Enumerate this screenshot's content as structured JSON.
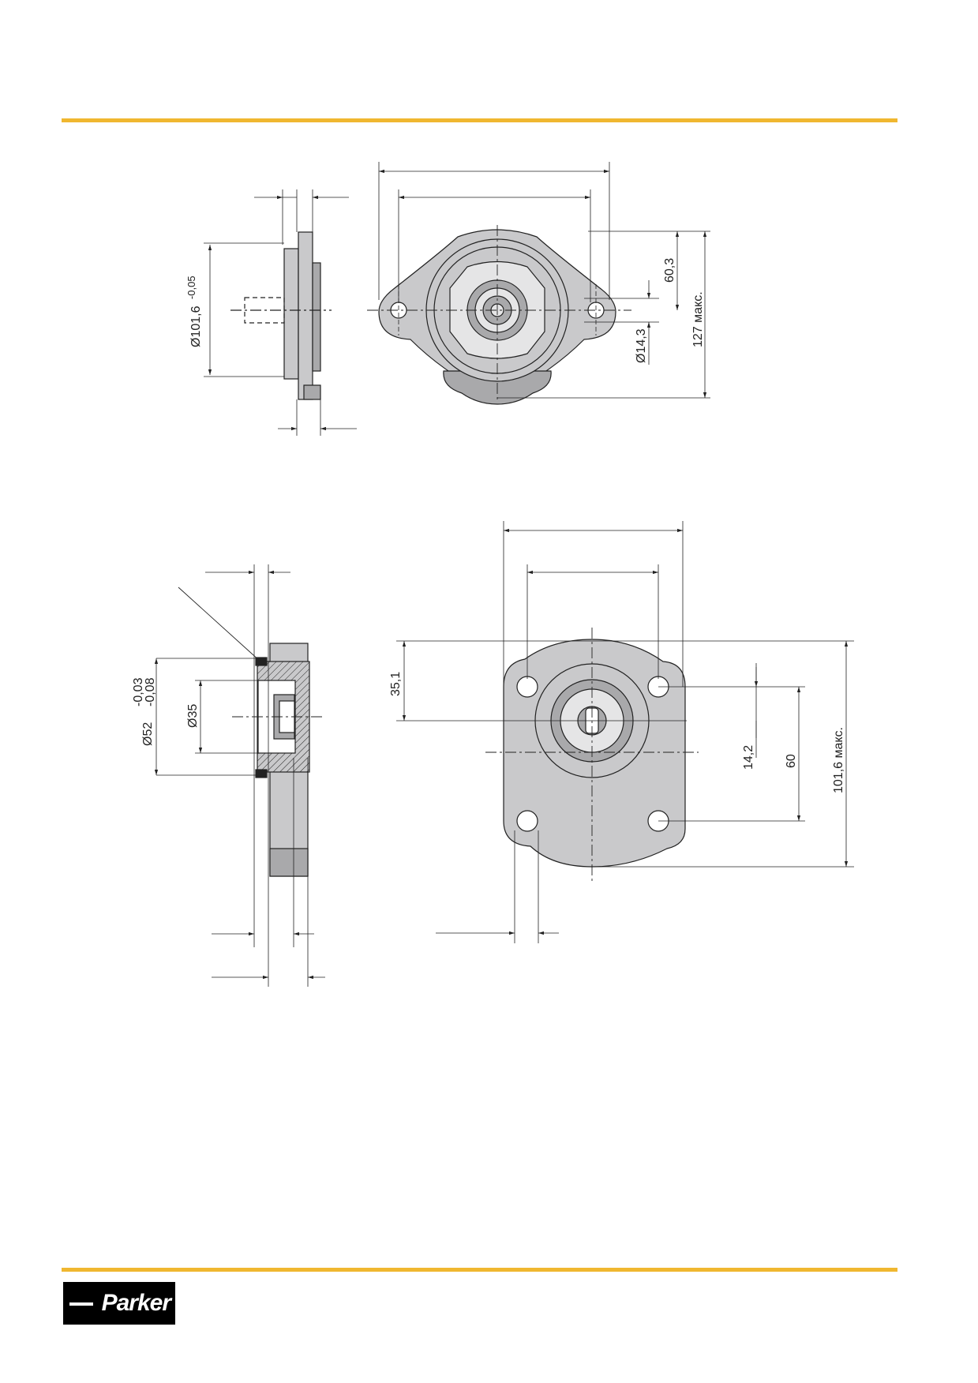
{
  "colors": {
    "accent": "#f0b730",
    "part_fill": "#c9c9cb",
    "part_dark": "#a9a9ab",
    "line": "#222222"
  },
  "top_views": {
    "side": {
      "dia_flange": "Ø101,6",
      "dia_flange_tol": "-0,05"
    },
    "front": {
      "dim_height": "60,3",
      "dia_shaft": "Ø14,3",
      "dim_max": "127 макс."
    }
  },
  "bottom_views": {
    "side": {
      "dia_pilot": "Ø52",
      "dia_pilot_tol_upper": "-0,03",
      "dia_pilot_tol_lower": "-0,08",
      "dia_inner": "Ø35"
    },
    "front": {
      "dim_top": "35,1",
      "dim_offset": "14,2",
      "dim_bolt": "60",
      "dim_max": "101,6 макс."
    }
  },
  "footer": {
    "logo_text": "Parker",
    "logo_icon": "parker-logo-icon"
  }
}
